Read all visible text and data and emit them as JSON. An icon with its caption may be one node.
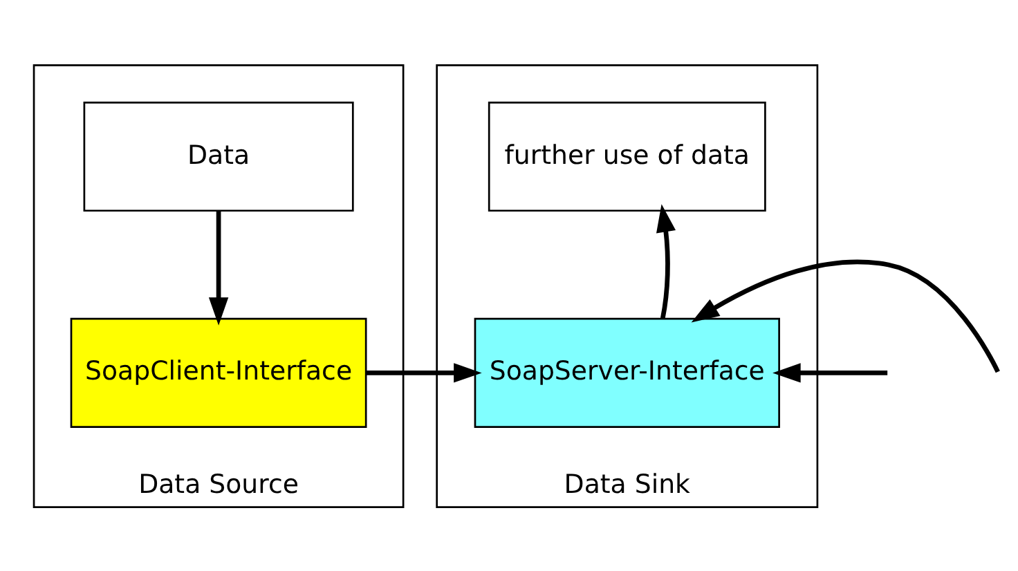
{
  "diagram": {
    "nodes": [
      {
        "text": [
          "Data Source"
        ]
      },
      {
        "text": [
          "Data"
        ],
        "in": 0
      },
      {
        "text": [
          "SoapClient-Interface"
        ],
        "in": 0
      },
      {
        "text": [
          "Data Sink"
        ]
      },
      {
        "text": [
          "further use of data"
        ],
        "in": 3
      },
      {
        "text": [
          "SoapServer-Interface"
        ],
        "in": 3
      }
    ],
    "edges": [
      {
        "from": 1,
        "to": 2,
        "arrow": "to"
      },
      {
        "from": 2,
        "to": 5,
        "arrow": "to"
      },
      {
        "from": null,
        "to": 5,
        "arrow": "to"
      },
      {
        "from": null,
        "to": 5,
        "arrow": "to"
      },
      {
        "from": 5,
        "to": 4,
        "arrow": "to"
      }
    ]
  }
}
